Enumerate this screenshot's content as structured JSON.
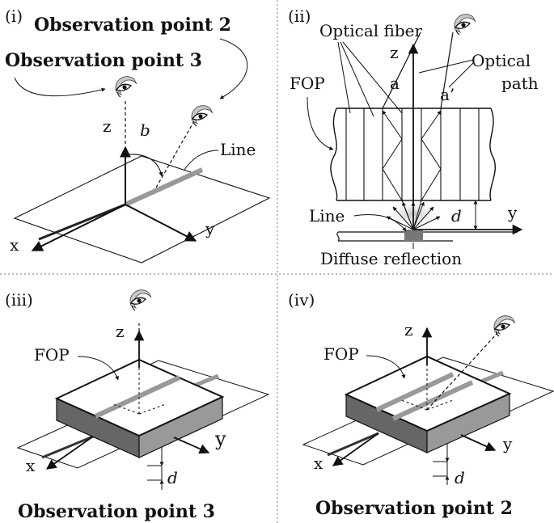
{
  "panels": {
    "p1": {
      "tag": "(i)",
      "obs2": "Observation point 2",
      "obs3": "Observation point 3",
      "z": "z",
      "b": "b",
      "line": "Line",
      "x": "x",
      "y": "y"
    },
    "p2": {
      "tag": "(ii)",
      "optical_fiber": "Optical fiber",
      "z": "z",
      "optical": "Optical",
      "path": "path",
      "fop": "FOP",
      "a": "a",
      "a_prime": "a’",
      "line": "Line",
      "d": "d",
      "y": "y",
      "diffuse": "Diffuse reflection"
    },
    "p3": {
      "tag": "(iii)",
      "z": "z",
      "fop": "FOP",
      "y": "y",
      "x": "x",
      "d": "d",
      "obs": "Observation point 3"
    },
    "p4": {
      "tag": "(iv)",
      "z": "z",
      "fop": "FOP",
      "y": "y",
      "x": "x",
      "d": "d",
      "obs": "Observation point 2"
    }
  },
  "colors": {
    "ink": "#111111",
    "line_gray": "#999999",
    "side_gray": "#777777",
    "glow": "#cccccc"
  },
  "icons": [
    "eye-icon"
  ]
}
